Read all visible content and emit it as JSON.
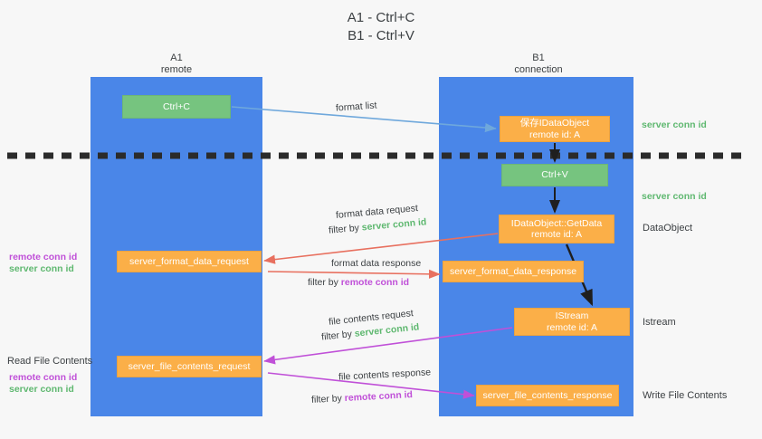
{
  "title": {
    "line1": "A1 - Ctrl+C",
    "line2": "B1 - Ctrl+V"
  },
  "lanes": [
    {
      "name": "A1",
      "sub": "remote"
    },
    {
      "name": "B1",
      "sub": "connection"
    }
  ],
  "boxes": {
    "ctrl_c": "Ctrl+C",
    "save_idataobject_l1": "保存IDataObject",
    "save_idataobject_l2": "remote id: A",
    "ctrl_v": "Ctrl+V",
    "getdata_l1": "IDataObject::GetData",
    "getdata_l2": "remote id: A",
    "server_format_data_request": "server_format_data_request",
    "server_format_data_response": "server_format_data_response",
    "istream_l1": "IStream",
    "istream_l2": "remote id: A",
    "server_file_contents_request": "server_file_contents_request",
    "server_file_contents_response": "server_file_contents_response"
  },
  "arrow_labels": {
    "format_list": "format list",
    "format_data_request": "format data request",
    "format_data_request_filter_prefix": "filter by ",
    "format_data_request_filter_value": "server conn id",
    "format_data_response": "format data response",
    "format_data_response_filter_prefix": "filter by ",
    "format_data_response_filter_value": "remote conn id",
    "file_contents_request": "file contents request",
    "file_contents_request_filter_prefix": "filter by ",
    "file_contents_request_filter_value": "server conn id",
    "file_contents_response": "file contents response",
    "file_contents_response_filter_prefix": "filter by ",
    "file_contents_response_filter_value": "remote conn id"
  },
  "right_notes": {
    "server_conn_id_top": "server conn id",
    "server_conn_id_mid": "server conn id",
    "dataobject": "DataObject",
    "istream": "Istream",
    "write_file_contents": "Write File Contents"
  },
  "left_notes": {
    "remote_conn_id_1": "remote conn id",
    "server_conn_id_1": "server conn id",
    "read_file_contents": "Read File Contents",
    "remote_conn_id_2": "remote conn id",
    "server_conn_id_2": "server conn id"
  },
  "colors": {
    "lane": "#4a86e8",
    "green_box": "#76c47f",
    "orange_box": "#fbaf48",
    "green_text": "#5fb870",
    "purple_text": "#c050d8",
    "blue_arrow": "#6fa8dc",
    "red_arrow": "#e8705f",
    "magenta_arrow": "#c050d8",
    "black_arrow": "#1f1f1f",
    "background": "#f7f7f7"
  }
}
